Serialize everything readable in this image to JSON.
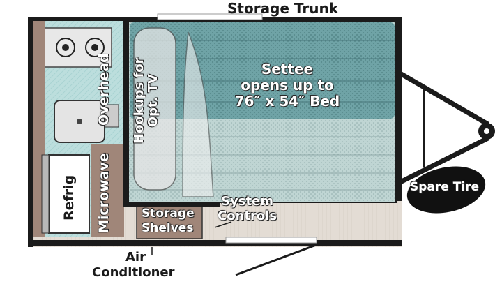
{
  "labels": {
    "storage_trunk": "Storage Trunk",
    "settee_line1": "Settee",
    "settee_line2": "opens up to",
    "settee_line3": "76″ x 54″ Bed",
    "overhead": "Overhead",
    "hookups_line1": "Hookups for",
    "hookups_line2": "Opt. TV",
    "microwave": "Microwave",
    "refrig": "Refrig",
    "storage_shelves_line1": "Storage",
    "storage_shelves_line2": "Shelves",
    "system_controls_line1": "System",
    "system_controls_line2": "Controls",
    "air_conditioner_line1": "Air",
    "air_conditioner_line2": "Conditioner",
    "spare_tire": "Spare Tire"
  },
  "colors": {
    "wall": "#1b1b1b",
    "settee": "#6fa3a6",
    "settee_light": "#bfd5d3",
    "floor": "#e3dcd4",
    "counter": "#bcdedd",
    "cabinet": "#a08679",
    "tire": "#111111"
  }
}
